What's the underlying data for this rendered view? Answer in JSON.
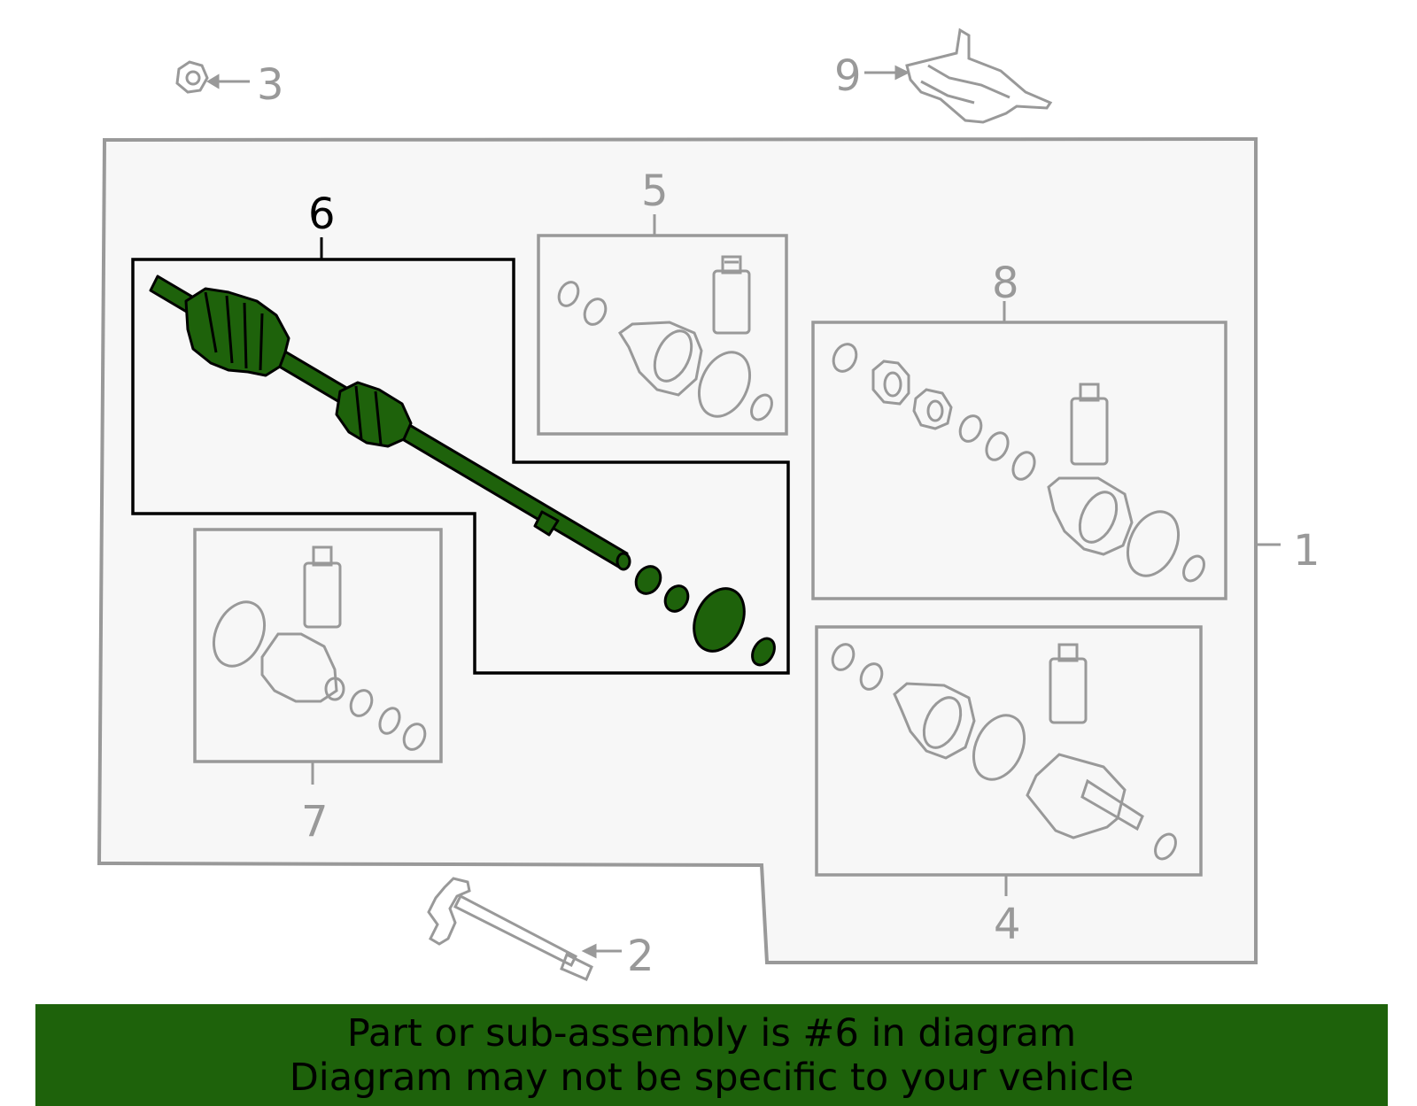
{
  "callouts": {
    "c1": "1",
    "c2": "2",
    "c3": "3",
    "c4": "4",
    "c5": "5",
    "c6": "6",
    "c7": "7",
    "c8": "8",
    "c9": "9"
  },
  "selected_part": "6",
  "banner": {
    "line1": "Part or sub-assembly is #6 in diagram",
    "line2": "Diagram may not be specific to your vehicle"
  },
  "colors": {
    "highlight": "#1e620b",
    "outline_gray": "#999999",
    "background_panel": "#f7f7f7",
    "banner_bg": "#1e620b"
  }
}
